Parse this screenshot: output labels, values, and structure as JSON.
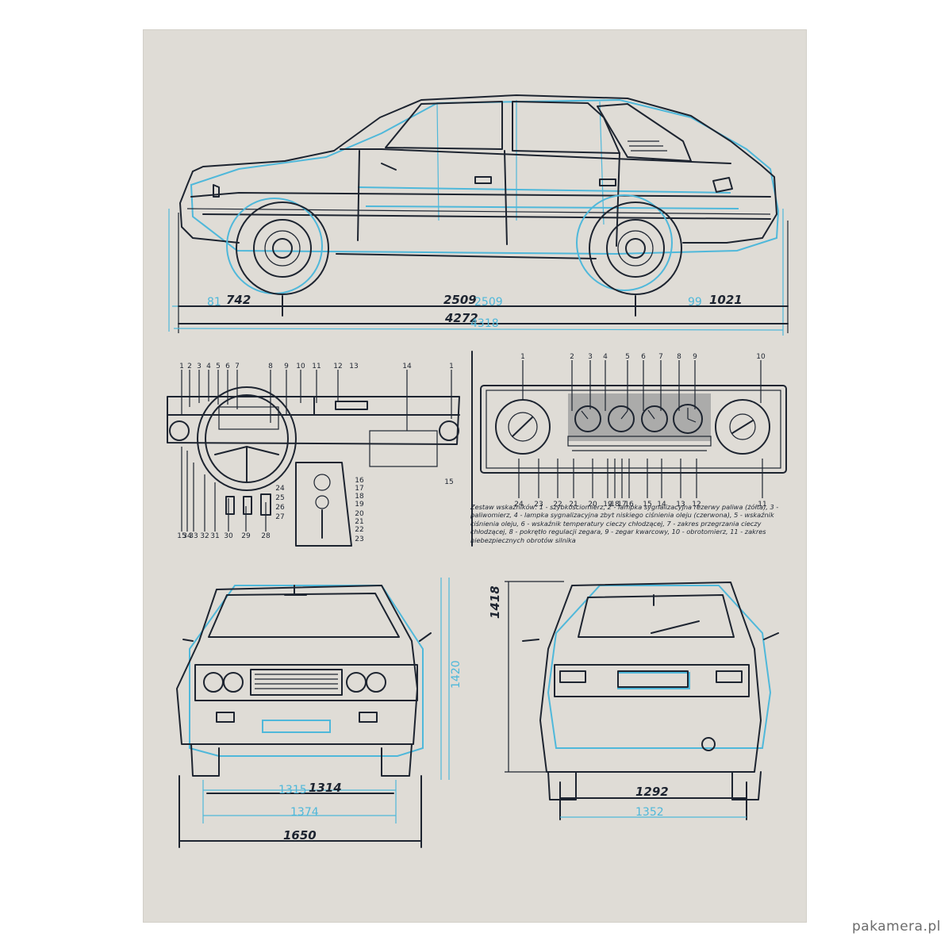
{
  "side_view": {
    "front_overhang": "742",
    "wheelbase": "2509",
    "wheelbase_alt": "2509",
    "rear_overhang": "1021",
    "total_length": "4272",
    "total_length_alt": "4318",
    "front_alt": "81",
    "rear_alt": "99"
  },
  "dashboard": {
    "top_numbers": [
      "1",
      "2",
      "3",
      "4",
      "5",
      "6",
      "7",
      "8",
      "9",
      "10",
      "11",
      "12",
      "13",
      "14",
      "1"
    ],
    "right_numbers": [
      "15",
      "16",
      "17",
      "18",
      "19",
      "20",
      "21",
      "22",
      "23",
      "24",
      "25",
      "26",
      "27"
    ],
    "bottom_numbers": [
      "15",
      "34",
      "33",
      "32",
      "31",
      "30",
      "29",
      "28"
    ]
  },
  "cluster": {
    "top_numbers": [
      "1",
      "2",
      "3",
      "4",
      "5",
      "6",
      "7",
      "8",
      "9",
      "10"
    ],
    "bottom_numbers": [
      "24",
      "23",
      "22",
      "21",
      "20",
      "19",
      "18",
      "17",
      "16",
      "15",
      "14",
      "13",
      "12",
      "11"
    ],
    "caption": "Zestaw wskaźników: 1 - szybkościomierz, 2 - lampka sygnalizacyjna rezerwy paliwa (żółta), 3 - paliwomierz, 4 - lampka sygnalizacyjna zbyt niskiego ciśnienia oleju (czerwona), 5 - wskaźnik ciśnienia oleju, 6 - wskaźnik temperatury cieczy chłodzącej, 7 - zakres przegrzania cieczy chłodzącej, 8 - pokrętło regulacji zegara, 9 - zegar kwarcowy, 10 - obrotomierz, 11 - zakres niebezpiecznych obrotów silnika"
  },
  "front_view": {
    "height": "1420",
    "track": "1314",
    "track_alt": "1315",
    "width_inner": "1374",
    "width": "1650"
  },
  "rear_view": {
    "height": "1418",
    "track": "1292",
    "width_inner": "1352"
  },
  "watermark": "pakamera.pl",
  "colors": {
    "paper": "#dfdcd6",
    "ink": "#1d2430",
    "cyan": "#4fb8da"
  }
}
